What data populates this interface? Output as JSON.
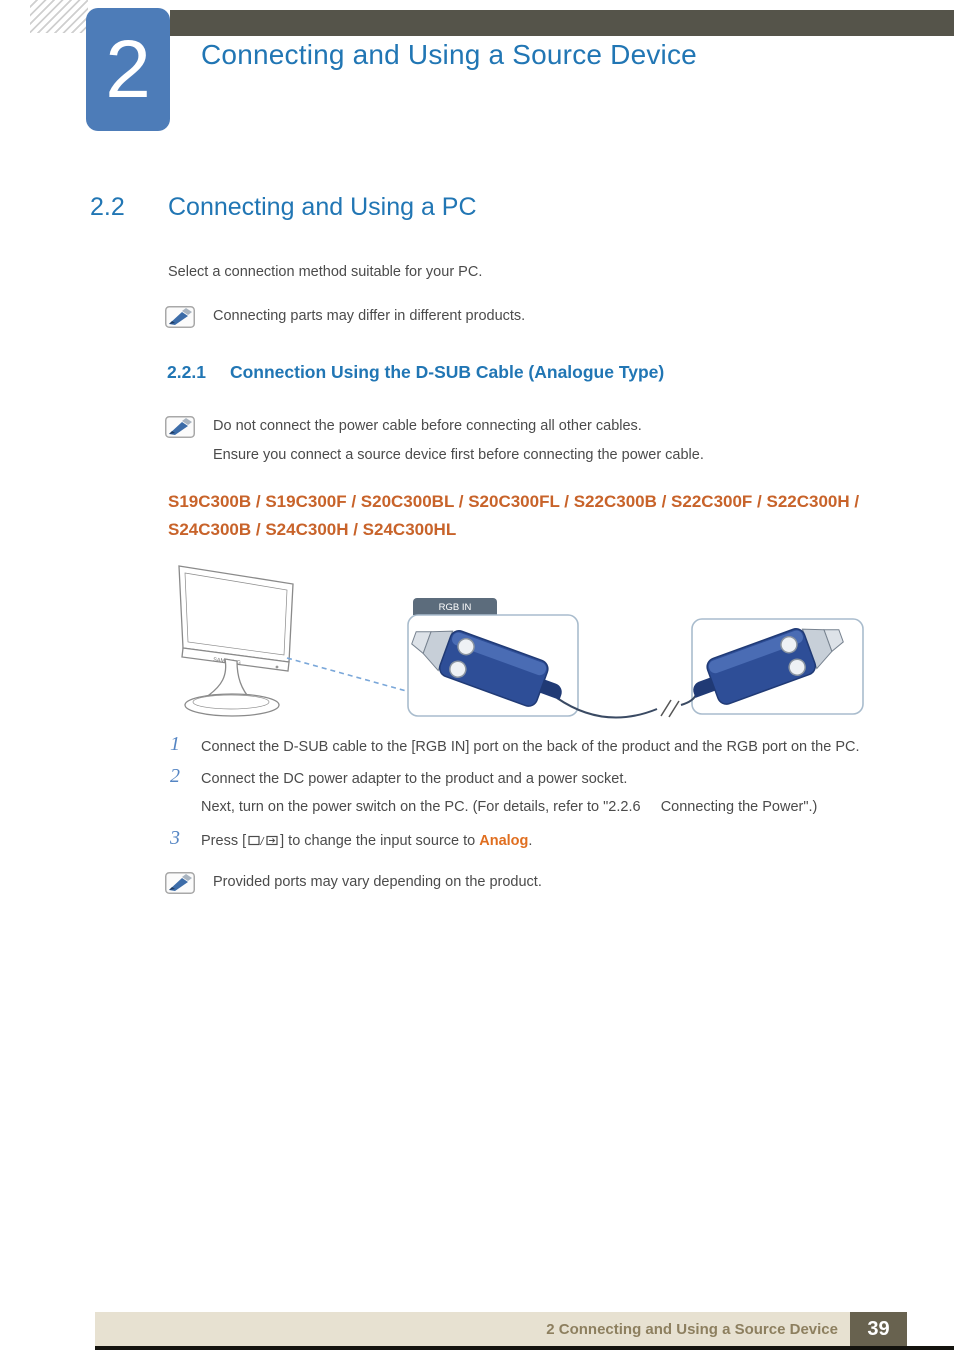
{
  "header": {
    "chapter_number": "2",
    "chapter_title": "Connecting and Using a Source Device"
  },
  "section": {
    "number": "2.2",
    "title": "Connecting and Using a PC",
    "intro": "Select a connection method suitable for your PC.",
    "note": "Connecting parts may differ in different products."
  },
  "subsection": {
    "number": "2.2.1",
    "title": "Connection Using the D-SUB Cable (Analogue Type)",
    "note_line1": "Do not connect the power cable before connecting all other cables.",
    "note_line2": "Ensure you connect a source device first before connecting the power cable.",
    "models_line1": "S19C300B / S19C300F / S20C300BL / S20C300FL / S22C300B / S22C300F / S22C300H /",
    "models_line2": "S24C300B / S24C300H / S24C300HL"
  },
  "figure": {
    "port_label": "RGB IN",
    "brand": "SAMSUNG"
  },
  "steps": {
    "step1_num": "1",
    "step1": "Connect the D-SUB cable to the [RGB IN] port on the back of the product and the RGB port on the PC.",
    "step2_num": "2",
    "step2a": "Connect the DC power adapter to the product and a power socket.",
    "step2b": "Next, turn on the power switch on the PC. (For details, refer to \"2.2.6     Connecting the Power\".)",
    "step3_num": "3",
    "step3_prefix": "Press [",
    "step3_suffix": "] to change the input source to ",
    "step3_highlight": "Analog",
    "step3_end": "."
  },
  "closing_note": "Provided ports may vary depending on the product.",
  "footer": {
    "section_label": "2 Connecting and Using a Source Device",
    "page_number": "39"
  },
  "colors": {
    "heading_blue": "#2176b4",
    "chapter_box_blue": "#4d7cb8",
    "top_bar_gray": "#55544a",
    "model_orange": "#c8632a",
    "analog_orange": "#e06e1f",
    "body_text": "#4b4b4b",
    "footer_bar": "#e7e1d1",
    "footer_text": "#8d7f5f",
    "page_number_box": "#68624f",
    "connector_blue": "#2e4e97"
  }
}
